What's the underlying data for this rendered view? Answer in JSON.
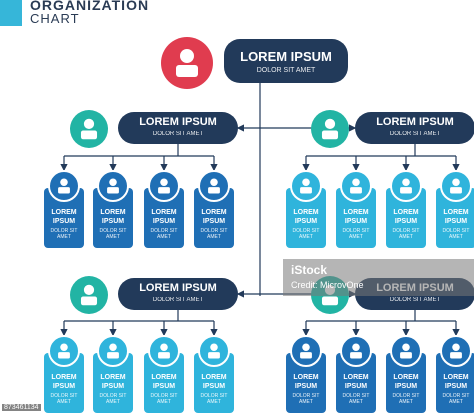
{
  "header": {
    "line1": "ORGANIZATION",
    "line2": "CHART"
  },
  "top": {
    "title": "LOREM IPSUM",
    "subtitle": "DOLOR SIT AMET"
  },
  "groups": [
    {
      "title": "LOREM IPSUM",
      "subtitle": "DOLOR SIT AMET",
      "cards": [
        {
          "title": "LOREM IPSUM",
          "subtitle": "DOLOR SIT AMET",
          "tone": "dark"
        },
        {
          "title": "LOREM IPSUM",
          "subtitle": "DOLOR SIT AMET",
          "tone": "dark"
        },
        {
          "title": "LOREM IPSUM",
          "subtitle": "DOLOR SIT AMET",
          "tone": "dark"
        },
        {
          "title": "LOREM IPSUM",
          "subtitle": "DOLOR SIT AMET",
          "tone": "dark"
        }
      ]
    },
    {
      "title": "LOREM IPSUM",
      "subtitle": "DOLOR SIT AMET",
      "cards": [
        {
          "title": "LOREM IPSUM",
          "subtitle": "DOLOR SIT AMET",
          "tone": "light"
        },
        {
          "title": "LOREM IPSUM",
          "subtitle": "DOLOR SIT AMET",
          "tone": "light"
        },
        {
          "title": "LOREM IPSUM",
          "subtitle": "DOLOR SIT AMET",
          "tone": "light"
        },
        {
          "title": "LOREM IPSUM",
          "subtitle": "DOLOR SIT AMET",
          "tone": "light"
        }
      ]
    },
    {
      "title": "LOREM IPSUM",
      "subtitle": "DOLOR SIT AMET",
      "cards": [
        {
          "title": "LOREM IPSUM",
          "subtitle": "DOLOR SIT AMET",
          "tone": "light"
        },
        {
          "title": "LOREM IPSUM",
          "subtitle": "DOLOR SIT AMET",
          "tone": "light"
        },
        {
          "title": "LOREM IPSUM",
          "subtitle": "DOLOR SIT AMET",
          "tone": "light"
        },
        {
          "title": "LOREM IPSUM",
          "subtitle": "DOLOR SIT AMET",
          "tone": "light"
        }
      ]
    },
    {
      "title": "LOREM IPSUM",
      "subtitle": "DOLOR SIT AMET",
      "cards": [
        {
          "title": "LOREM IPSUM",
          "subtitle": "DOLOR SIT AMET",
          "tone": "dark"
        },
        {
          "title": "LOREM IPSUM",
          "subtitle": "DOLOR SIT AMET",
          "tone": "dark"
        },
        {
          "title": "LOREM IPSUM",
          "subtitle": "DOLOR SIT AMET",
          "tone": "dark"
        },
        {
          "title": "LOREM IPSUM",
          "subtitle": "DOLOR SIT AMET",
          "tone": "dark"
        }
      ]
    }
  ],
  "watermark": {
    "brand": "iStock",
    "credit": "Credit: MicrovOne"
  },
  "stock_id": "873461134",
  "colors": {
    "navy": "#223a5a",
    "red": "#e03c4f",
    "teal": "#22b4a4",
    "blue": "#1f6fb5",
    "cyan": "#2fb4dc",
    "line": "#223a5a"
  },
  "icons": {
    "top_avatar": "person-icon",
    "group_avatar": "person-icon",
    "card_avatar": "person-icon",
    "connector_arrow": "arrowhead-icon"
  }
}
